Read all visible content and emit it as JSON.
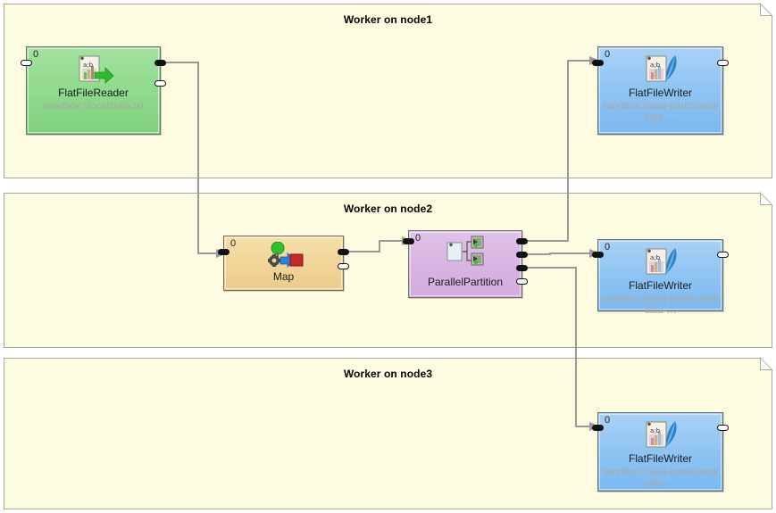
{
  "canvas": {
    "background": "#ffffff",
    "container_fill": "#fdfce0",
    "container_border": "#a8a89a",
    "wire_color": "#9a9a9a"
  },
  "workers": [
    {
      "id": "node1",
      "title": "Worker on node1"
    },
    {
      "id": "node2",
      "title": "Worker on node2"
    },
    {
      "id": "node3",
      "title": "Worker on node3"
    }
  ],
  "nodes": {
    "reader": {
      "index": "0",
      "label": "FlatFileReader",
      "sub": "sandbox://local/data.txt",
      "icon": "flat-file-reader-icon",
      "color": "#8ed98b"
    },
    "map": {
      "index": "0",
      "label": "Map",
      "sub": "",
      "icon": "map-transform-icon",
      "color": "#f1d498"
    },
    "partition": {
      "index": "0",
      "label": "ParallelPartition",
      "sub": "",
      "icon": "parallel-partition-icon",
      "color": "#d8b4e2"
    },
    "writer1": {
      "index": "0",
      "label": "FlatFileWriter",
      "sub": "sandbox://data-partitioned/data-…",
      "icon": "flat-file-writer-icon",
      "color": "#8cc3f2"
    },
    "writer2": {
      "index": "0",
      "label": "FlatFileWriter",
      "sub": "sandbox://data-partitioned/data-…",
      "icon": "flat-file-writer-icon",
      "color": "#8cc3f2"
    },
    "writer3": {
      "index": "0",
      "label": "FlatFileWriter",
      "sub": "sandbox://data-partitioned/data-…",
      "icon": "flat-file-writer-icon",
      "color": "#8cc3f2"
    }
  }
}
